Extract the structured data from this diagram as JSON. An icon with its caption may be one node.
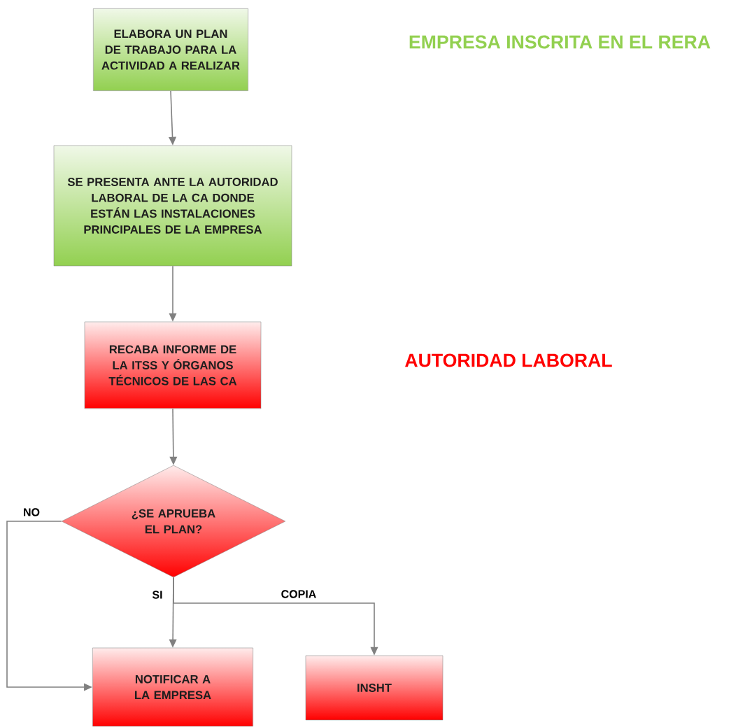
{
  "diagram": {
    "nodes": [
      {
        "text": [
          "ELABORA UN PLAN DE TRABAJO PARA LA ACTIVIDAD A REALIZAR"
        ]
      },
      {
        "text": [
          "SE PRESENTA ANTE LA AUTORIDAD LABORAL DE LA CA DONDE ESTÁN LAS INSTALACIONES PRINCIPALES DE LA EMPRESA"
        ]
      },
      {
        "text": [
          "RECABA INFORME DE LA ITSS Y ÓRGANOS TÉCNICOS DE LAS CA"
        ]
      },
      {
        "text": [
          "¿SE APRUEBA EL PLAN?"
        ]
      },
      {
        "text": [
          "NOTIFICAR A LA EMPRESA"
        ]
      },
      {
        "text": [
          "INSHT"
        ]
      }
    ],
    "edges": [
      {
        "from": 0,
        "to": 1,
        "arrow": "to"
      },
      {
        "from": 1,
        "to": 2,
        "arrow": "to"
      },
      {
        "from": 2,
        "to": 3,
        "arrow": "to"
      },
      {
        "from": 3,
        "to": 4,
        "arrow": "to",
        "label": "NO"
      },
      {
        "from": 3,
        "to": 4,
        "arrow": "to",
        "label": "SI"
      },
      {
        "from": 3,
        "to": 5,
        "arrow": "to",
        "label": "COPIA"
      }
    ],
    "labels": [
      "EMPRESA INSCRITA EN EL RERA",
      "AUTORIDAD LABORAL"
    ]
  }
}
